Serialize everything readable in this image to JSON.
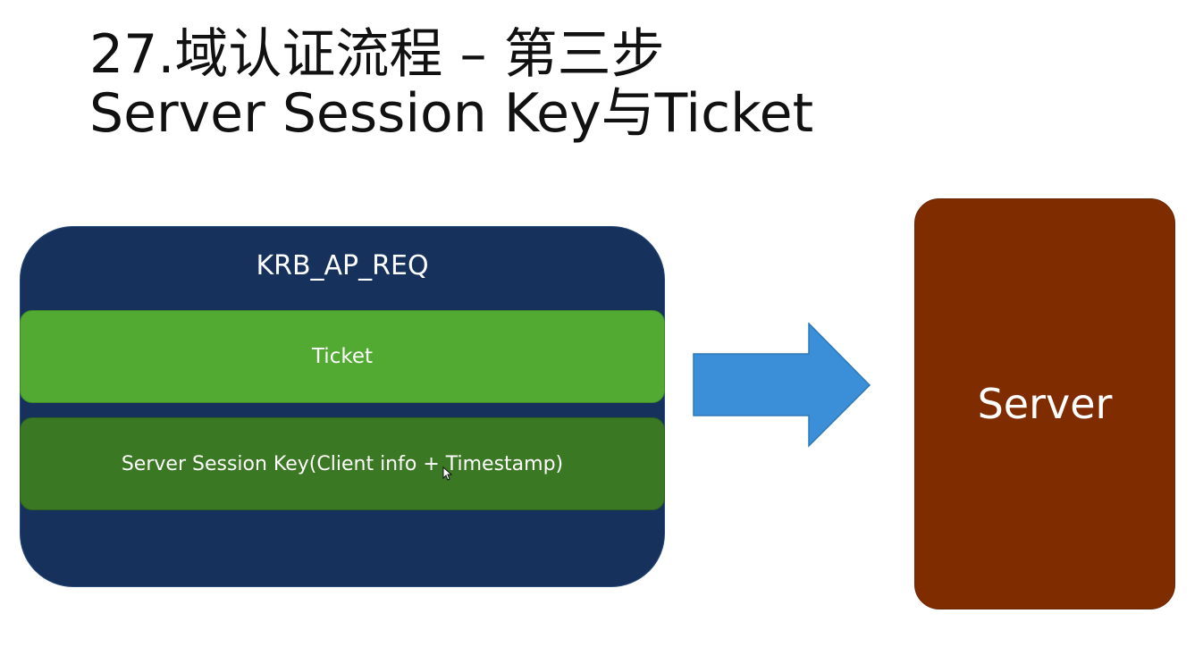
{
  "slide": {
    "title_line1": "27.域认证流程 – 第三步",
    "title_line2": "Server Session Key与Ticket"
  },
  "request": {
    "title": "KRB_AP_REQ",
    "ticket_label": "Ticket",
    "session_label": "Server Session Key(Client info + Timestamp)"
  },
  "server": {
    "label": "Server"
  },
  "colors": {
    "request_bg": "#16325c",
    "ticket_bg": "#52aa32",
    "session_bg": "#3b7823",
    "arrow": "#3a8fd8",
    "server_bg": "#7f2d00"
  }
}
